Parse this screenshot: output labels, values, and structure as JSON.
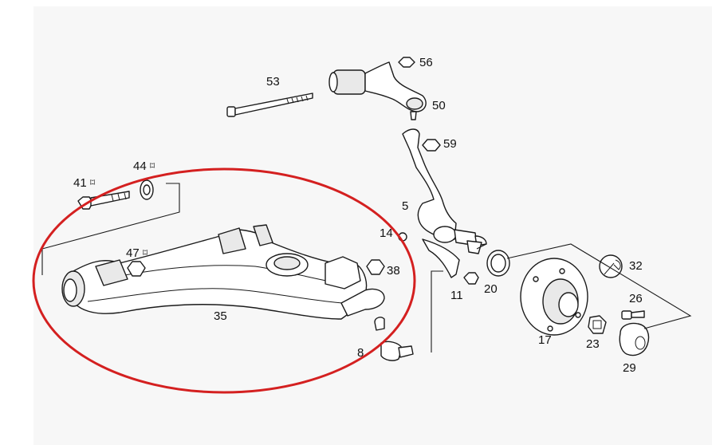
{
  "diagram": {
    "callouts": [
      {
        "id": "p53",
        "label": "53"
      },
      {
        "id": "p56",
        "label": "56"
      },
      {
        "id": "p50",
        "label": "50"
      },
      {
        "id": "p59",
        "label": "59"
      },
      {
        "id": "p44",
        "label": "44",
        "mark": "⌑"
      },
      {
        "id": "p41",
        "label": "41",
        "mark": "⌑"
      },
      {
        "id": "p47",
        "label": "47",
        "mark": "⌑"
      },
      {
        "id": "p5",
        "label": "5"
      },
      {
        "id": "p14",
        "label": "14"
      },
      {
        "id": "p38",
        "label": "38"
      },
      {
        "id": "p32",
        "label": "32"
      },
      {
        "id": "p35",
        "label": "35"
      },
      {
        "id": "p11",
        "label": "11"
      },
      {
        "id": "p20",
        "label": "20"
      },
      {
        "id": "p26",
        "label": "26"
      },
      {
        "id": "p17",
        "label": "17"
      },
      {
        "id": "p23",
        "label": "23"
      },
      {
        "id": "p8",
        "label": "8"
      },
      {
        "id": "p29",
        "label": "29"
      }
    ],
    "highlight_color": "#d42020",
    "line_color": "#1b1b1b"
  }
}
